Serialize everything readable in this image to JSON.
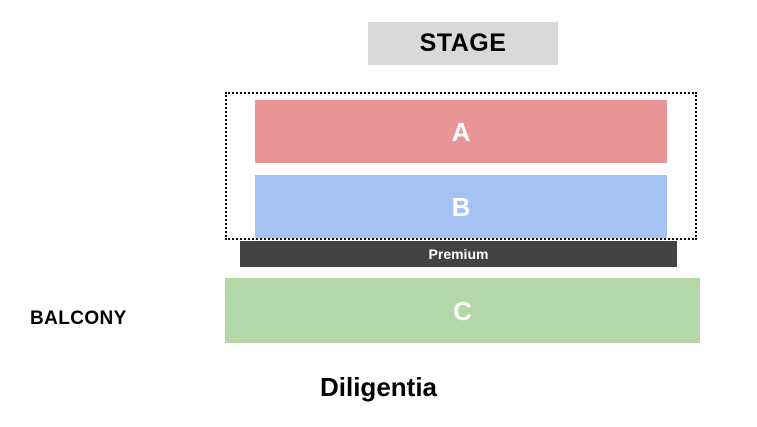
{
  "venue": {
    "name": "Diligentia",
    "stage_label": "STAGE",
    "balcony_label": "BALCONY"
  },
  "colors": {
    "stage_bg": "#d9d9d9",
    "section_a": "#e99497",
    "section_b": "#a4c2f4",
    "section_c": "#b4d7a8",
    "premium_bar": "#434343",
    "outline": "#000000",
    "text_on_section": "#ffffff",
    "text_dark": "#000000",
    "page_bg": "#ffffff"
  },
  "sections": [
    {
      "id": "a",
      "label": "A",
      "color": "#e99497",
      "zone": "orchestra"
    },
    {
      "id": "b",
      "label": "B",
      "color": "#a4c2f4",
      "zone": "orchestra"
    },
    {
      "id": "c",
      "label": "C",
      "color": "#b4d7a8",
      "zone": "balcony"
    }
  ],
  "price_tiers": [
    {
      "id": "premium",
      "label": "Premium",
      "color": "#434343"
    }
  ]
}
